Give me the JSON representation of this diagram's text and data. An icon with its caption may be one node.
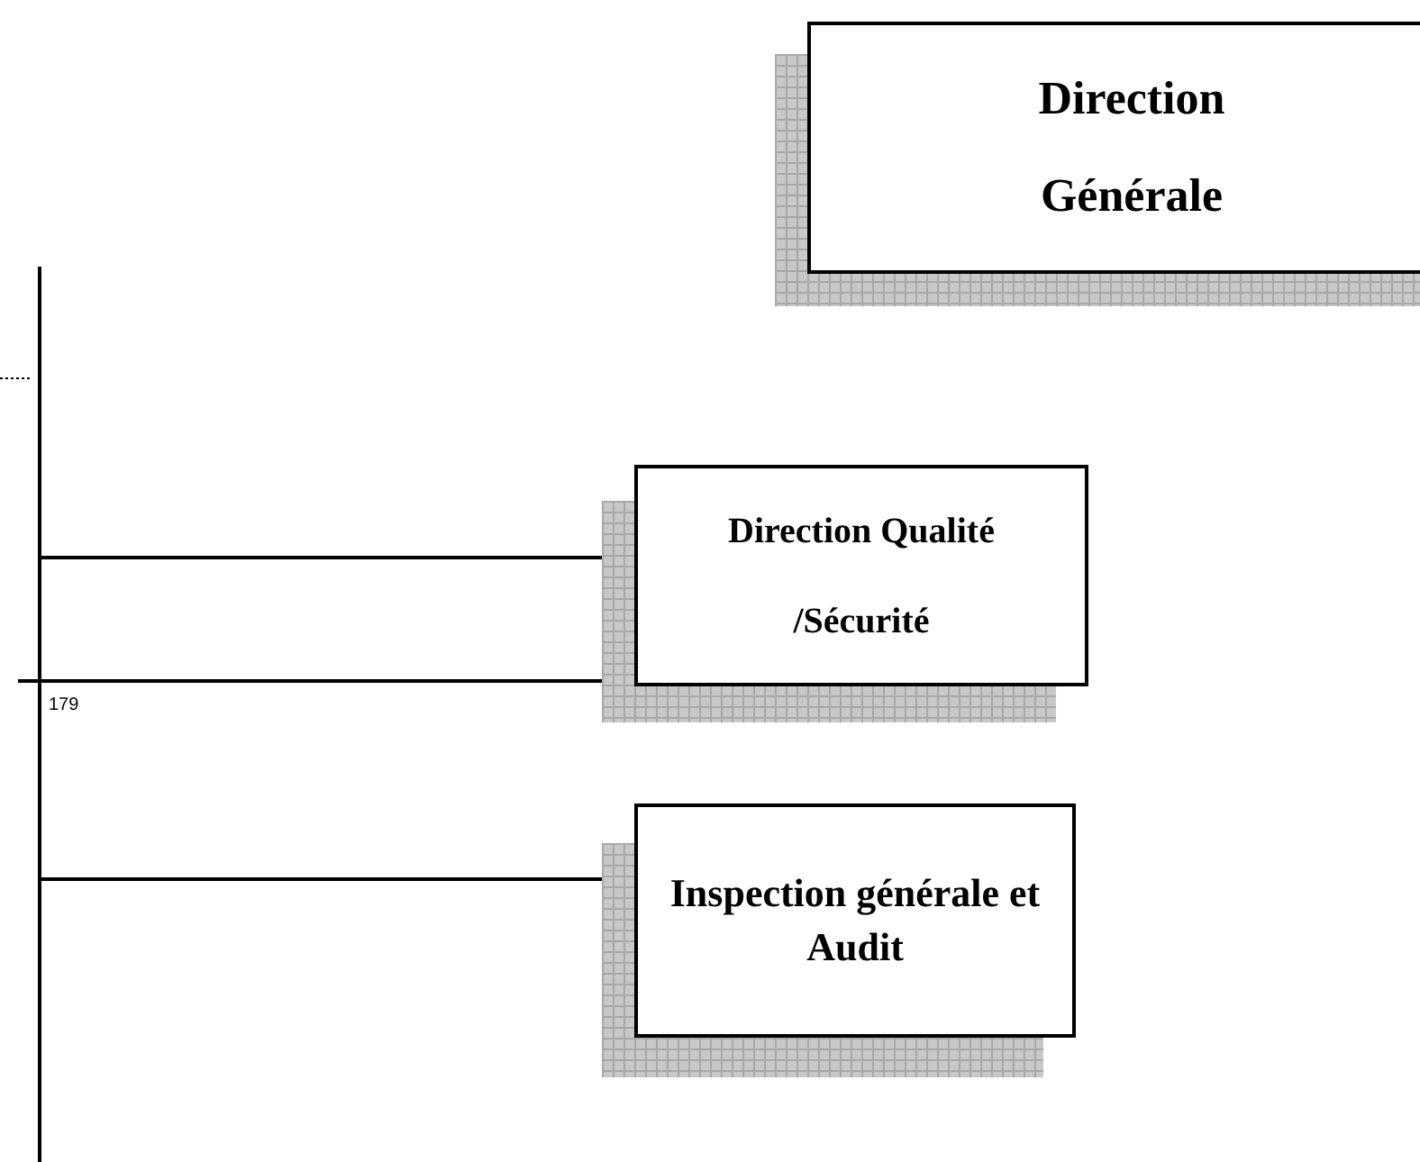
{
  "diagram": {
    "nodes": [
      {
        "text": [
          "Direction Générale"
        ]
      },
      {
        "text": [
          "Direction Qualité /Sécurité"
        ]
      },
      {
        "text": [
          "Inspection générale et Audit"
        ]
      }
    ],
    "edges": [
      {
        "from": null,
        "to": 1,
        "arrow": "none"
      },
      {
        "from": null,
        "to": 2,
        "arrow": "none"
      }
    ],
    "labels": [
      "179"
    ]
  }
}
